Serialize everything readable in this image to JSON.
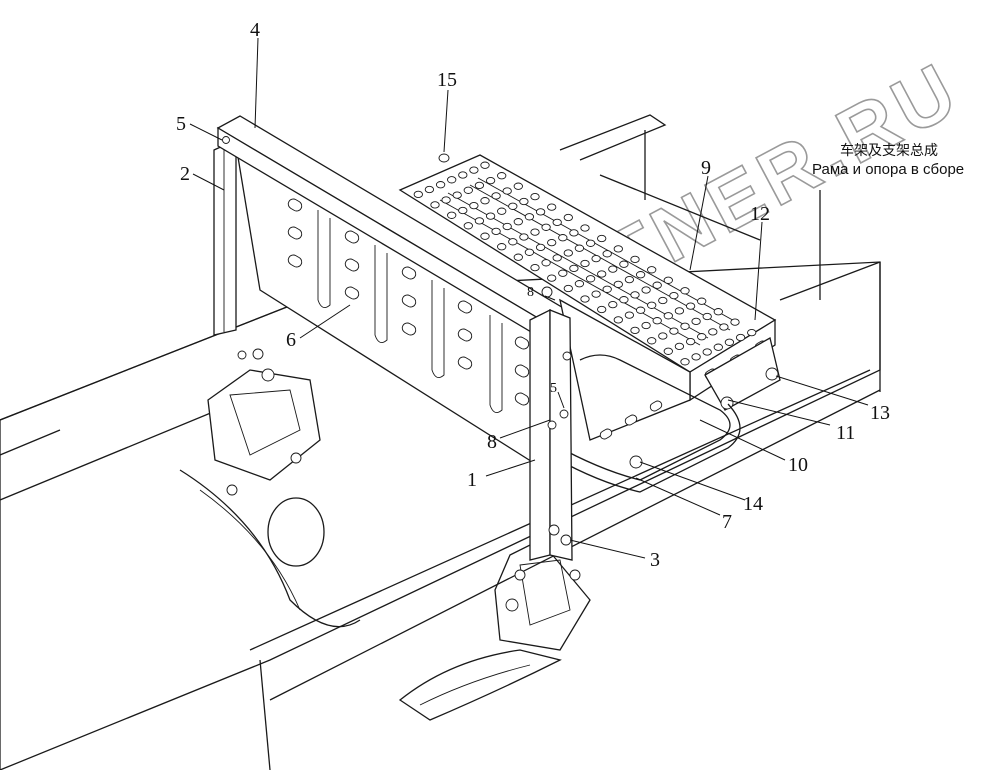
{
  "title": {
    "chinese": "车架及支架总成",
    "russian": "Рама и опора в сборе"
  },
  "watermark": "ACAT-AUTOPARTNER.RU",
  "callouts": [
    {
      "id": "c1",
      "text": "1"
    },
    {
      "id": "c2",
      "text": "2"
    },
    {
      "id": "c3",
      "text": "3"
    },
    {
      "id": "c4",
      "text": "4"
    },
    {
      "id": "c5",
      "text": "5"
    },
    {
      "id": "c5b",
      "text": "5"
    },
    {
      "id": "c6",
      "text": "6"
    },
    {
      "id": "c7",
      "text": "7"
    },
    {
      "id": "c8",
      "text": "8"
    },
    {
      "id": "c8b",
      "text": "8"
    },
    {
      "id": "c9",
      "text": "9"
    },
    {
      "id": "c10",
      "text": "10"
    },
    {
      "id": "c11",
      "text": "11"
    },
    {
      "id": "c12",
      "text": "12"
    },
    {
      "id": "c13",
      "text": "13"
    },
    {
      "id": "c14",
      "text": "14"
    },
    {
      "id": "c15",
      "text": "15"
    }
  ]
}
